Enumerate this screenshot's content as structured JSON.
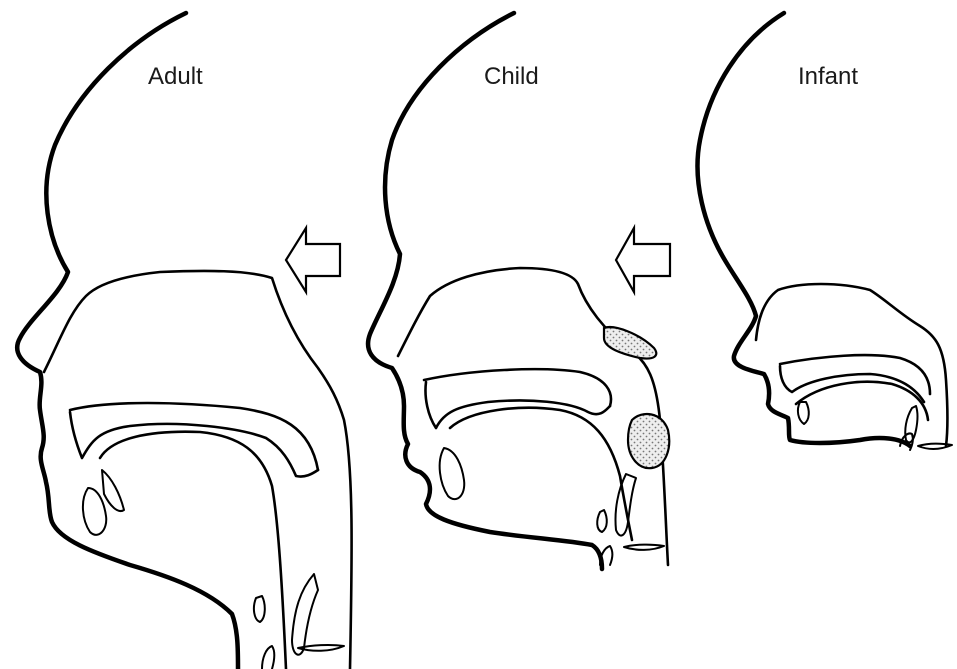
{
  "panels": [
    {
      "label": "Adult"
    },
    {
      "label": "Child"
    },
    {
      "label": "Infant"
    }
  ],
  "colors": {
    "stroke": "#000000",
    "background": "#ffffff",
    "tissue_fill": "#d9d9d9"
  }
}
